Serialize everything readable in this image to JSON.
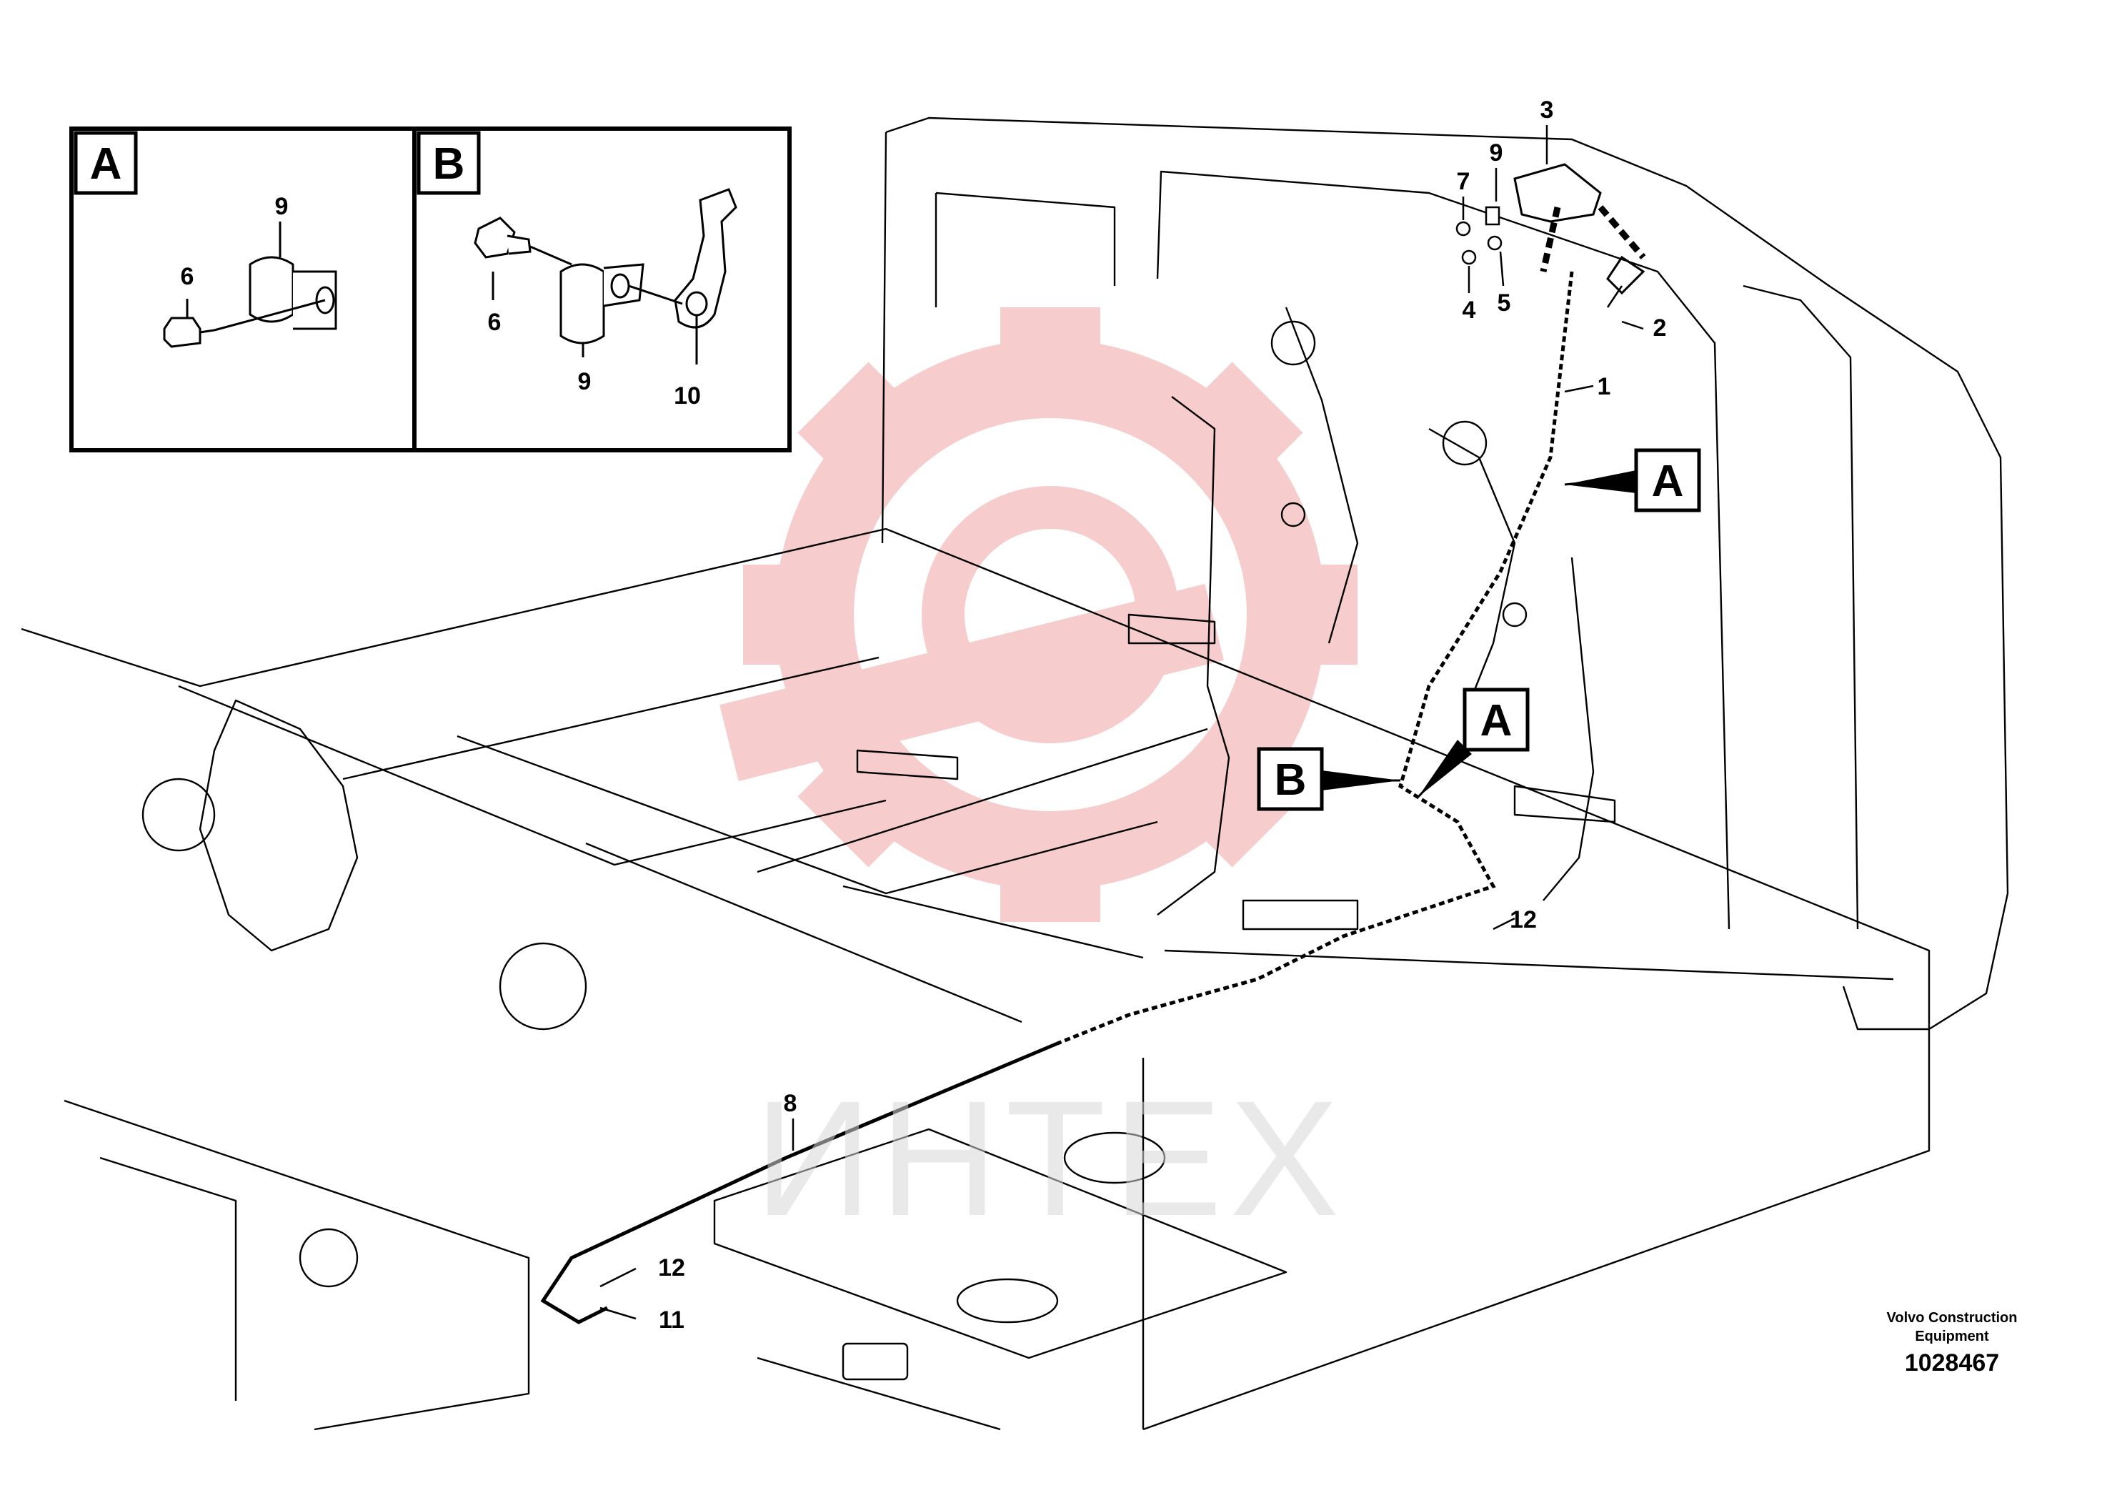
{
  "watermark": {
    "text": "ИНТЕХ",
    "logo_color": "#f2a3a3"
  },
  "detail_a": {
    "title": "A",
    "parts": [
      "9",
      "6"
    ]
  },
  "detail_b": {
    "title": "B",
    "parts": [
      "6",
      "9",
      "10"
    ]
  },
  "main_callouts": {
    "p1": "1",
    "p2": "2",
    "p3": "3",
    "p4": "4",
    "p5": "5",
    "p7": "7",
    "p9": "9",
    "p8": "8",
    "p12a": "12",
    "p12b": "12",
    "p11": "11"
  },
  "reference_flags": {
    "a1": "A",
    "a2": "A",
    "b1": "B"
  },
  "credit": {
    "line1": "Volvo Construction",
    "line2": "Equipment"
  },
  "doc_number": "1028467"
}
